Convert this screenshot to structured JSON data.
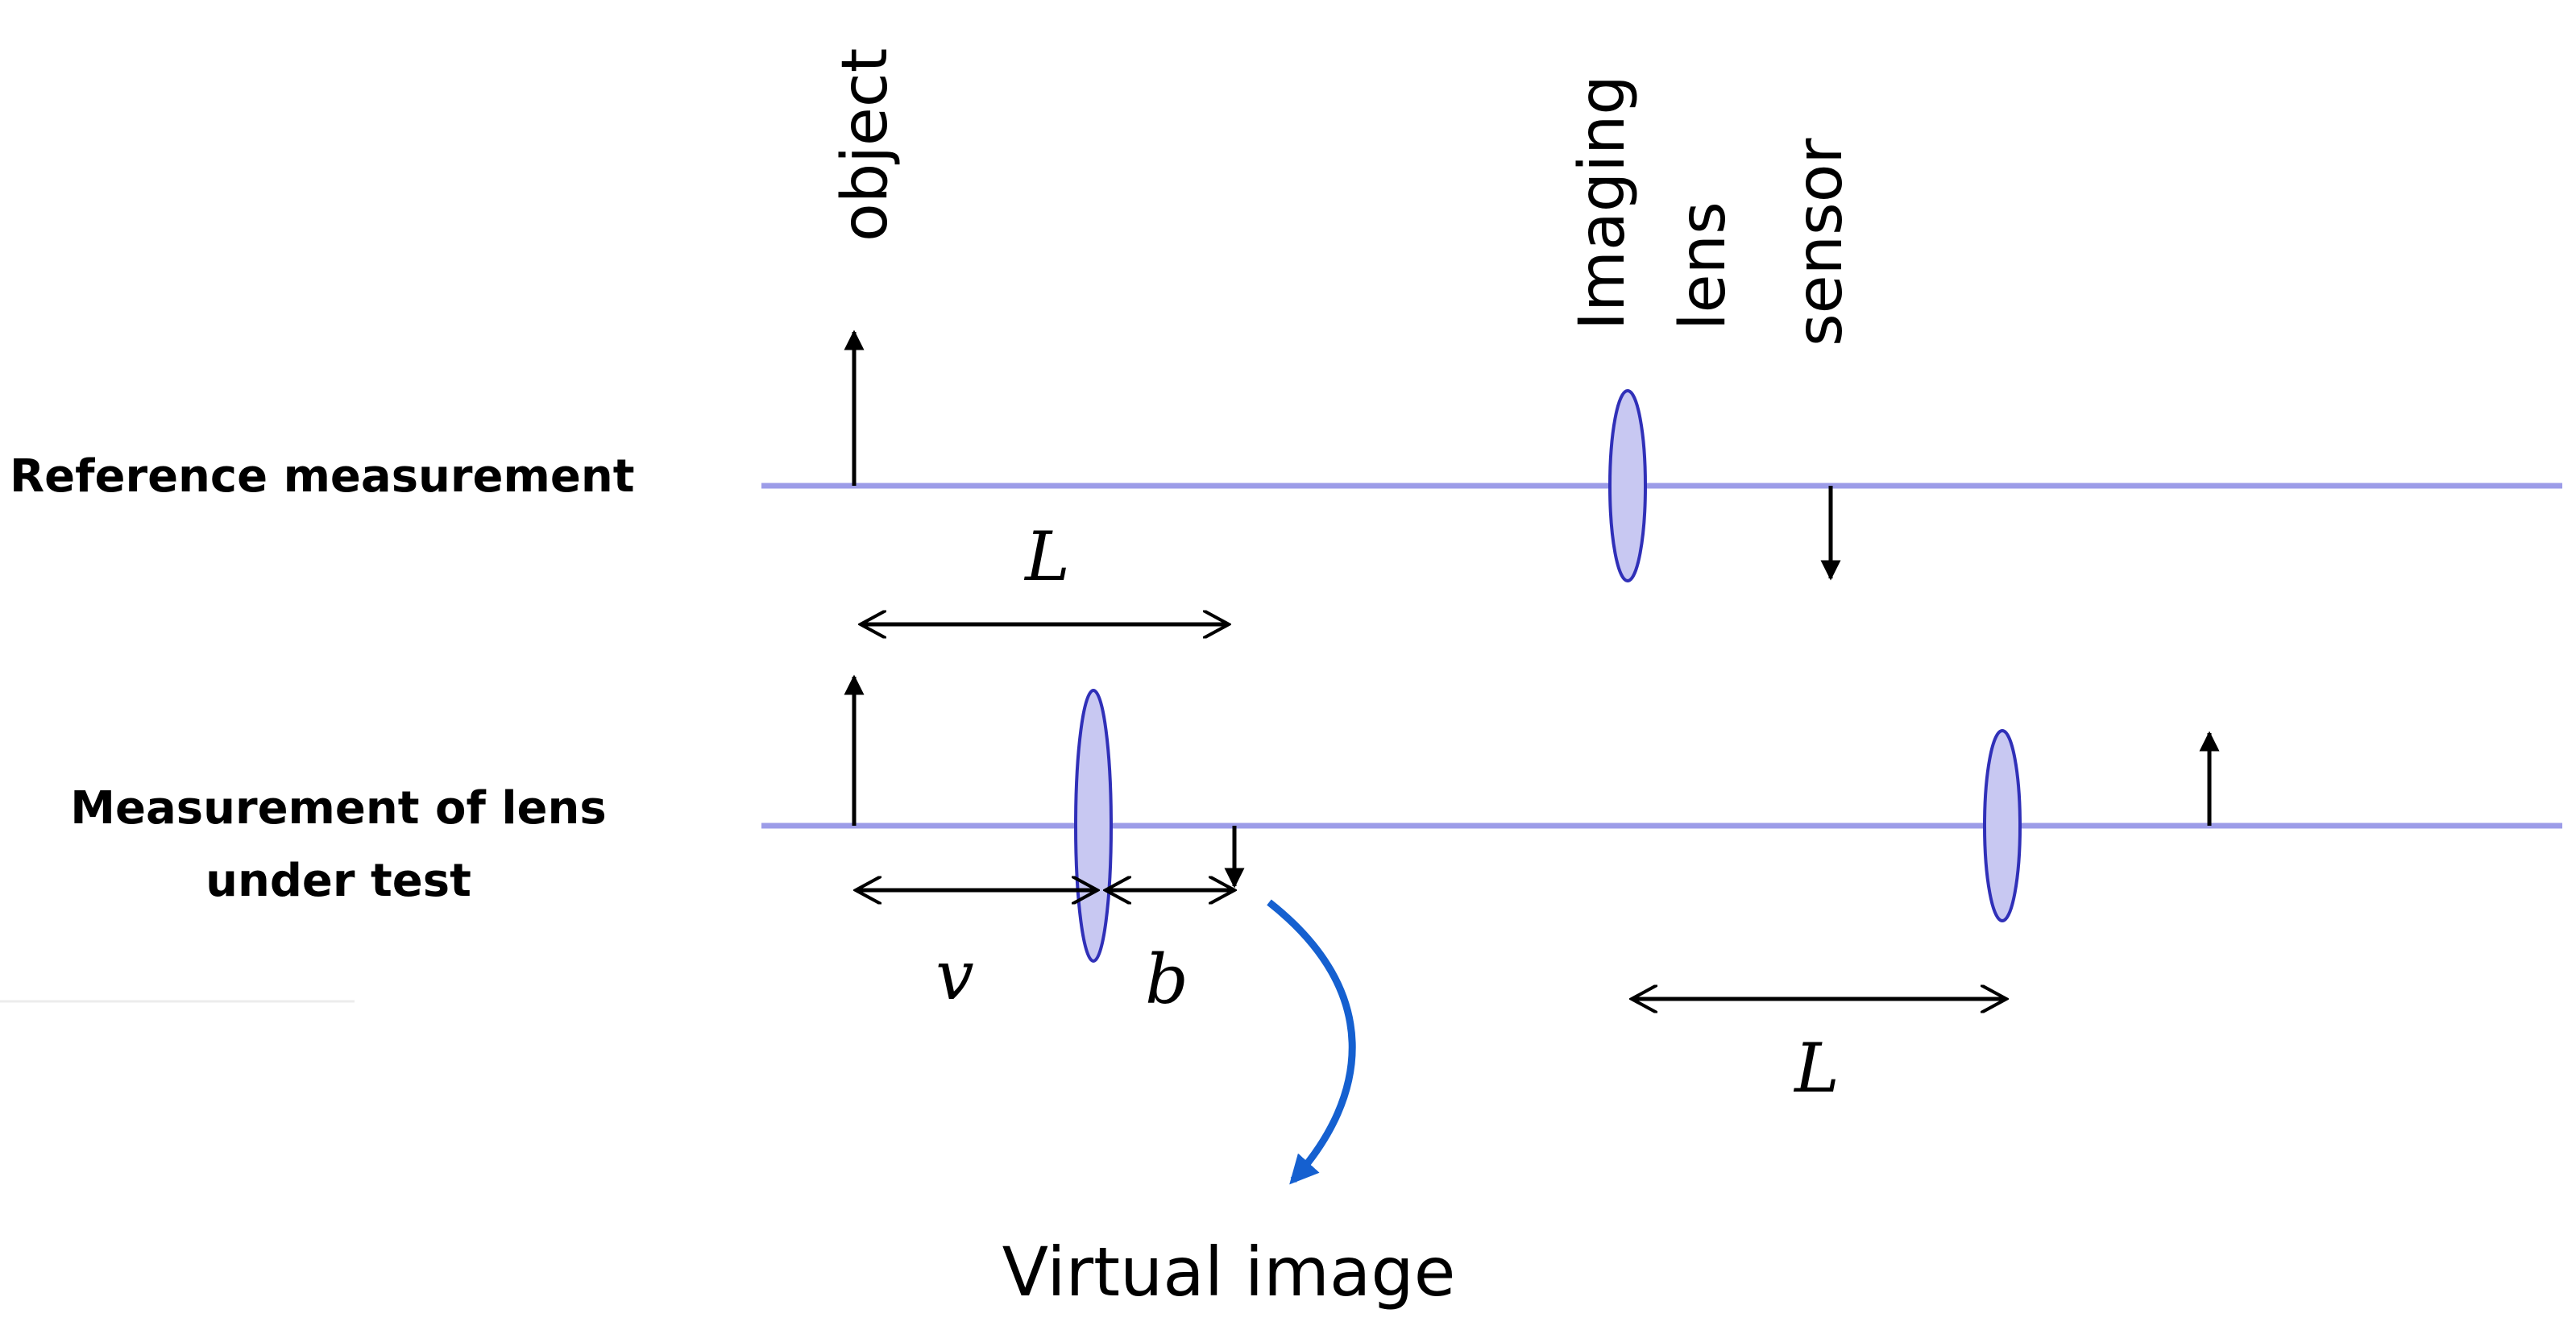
{
  "labels": {
    "object": "object",
    "imaging_lens_line1": "Imaging",
    "imaging_lens_line2": "lens",
    "sensor": "sensor",
    "reference_measurement": "Reference measurement",
    "lens_under_test_line1": "Measurement of lens",
    "lens_under_test_line2": "under test",
    "distance_L_top": "L",
    "distance_v": "v",
    "distance_b": "b",
    "distance_L_bottom": "L",
    "virtual_image": "Virtual image"
  },
  "colors": {
    "optical_axis": "#9c9ce8",
    "lens_fill": "#c8c8f2",
    "lens_stroke": "#3030b8",
    "pointer_arrow": "#1560d0",
    "ink": "#000000"
  }
}
